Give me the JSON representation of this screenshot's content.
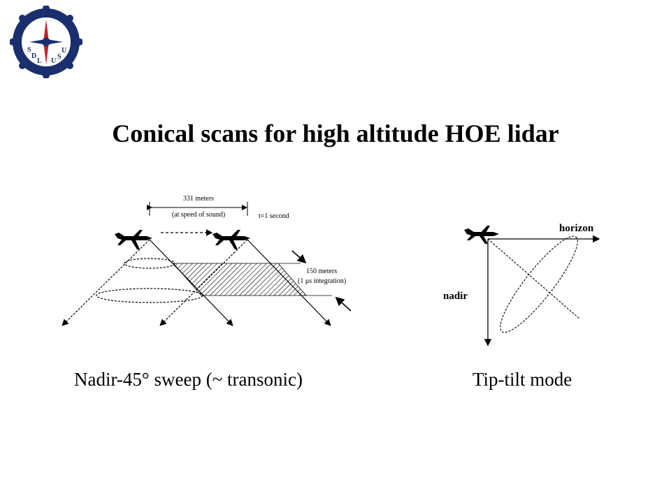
{
  "logo": {
    "letters": [
      "S",
      "D",
      "L",
      "U",
      "S",
      "U"
    ],
    "colors": {
      "ring": "#1b2f6e",
      "needle": "#c0242b",
      "inner": "#ffffff"
    }
  },
  "title": "Conical scans for high altitude HOE lidar",
  "left_diagram": {
    "distance_label": "331 meters",
    "distance_sub": "(at speed of sound)",
    "time_label": "t=1 second",
    "integration_label": "150 meters",
    "integration_sub": "(1 μs integration)"
  },
  "right_diagram": {
    "horizon_label": "horizon",
    "nadir_label": "nadir"
  },
  "captions": {
    "left": "Nadir-45° sweep (~ transonic)",
    "right": "Tip-tilt mode"
  }
}
